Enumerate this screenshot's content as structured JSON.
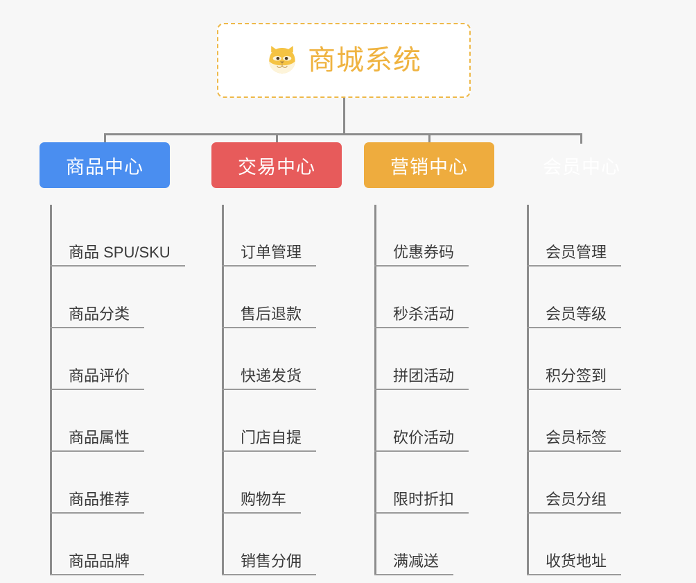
{
  "page": {
    "background_color": "#f7f7f7",
    "line_color": "#8c8c8c",
    "leaf_text_color": "#3a3a3a"
  },
  "root": {
    "title": "商城系统",
    "icon": "shiba-dog-face-icon",
    "icon_color": "#f5c343",
    "text_color": "#efb340",
    "border_color": "#eeb94a",
    "background_color": "#ffffff"
  },
  "columns": [
    {
      "header": "商品中心",
      "color": "#4a8ef0",
      "items": [
        "商品 SPU/SKU",
        "商品分类",
        "商品评价",
        "商品属性",
        "商品推荐",
        "商品品牌"
      ]
    },
    {
      "header": "交易中心",
      "color": "#e75b5b",
      "items": [
        "订单管理",
        "售后退款",
        "快递发货",
        "门店自提",
        "购物车",
        "销售分佣"
      ]
    },
    {
      "header": "营销中心",
      "color": "#eeac3e",
      "items": [
        "优惠券码",
        "秒杀活动",
        "拼团活动",
        "砍价活动",
        "限时折扣",
        "满减送"
      ]
    },
    {
      "header": "会员中心",
      "color": "#78c council",
      "items": [
        "会员管理",
        "会员等级",
        "积分签到",
        "会员标签",
        "会员分组",
        "收货地址"
      ]
    }
  ]
}
